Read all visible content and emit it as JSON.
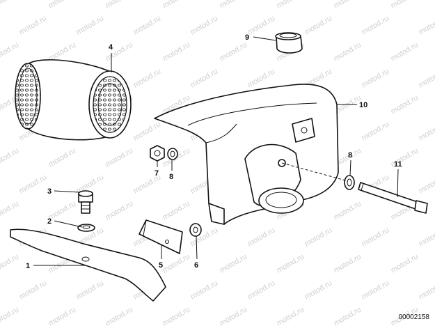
{
  "diagram_id": "00002158",
  "watermark_text": "motod.ru",
  "callouts": [
    "1",
    "2",
    "3",
    "4",
    "5",
    "6",
    "7",
    "8",
    "8",
    "9",
    "10",
    "11"
  ],
  "colors": {
    "line": "#111111",
    "background": "#ffffff",
    "watermark": "#cfcfcf"
  }
}
